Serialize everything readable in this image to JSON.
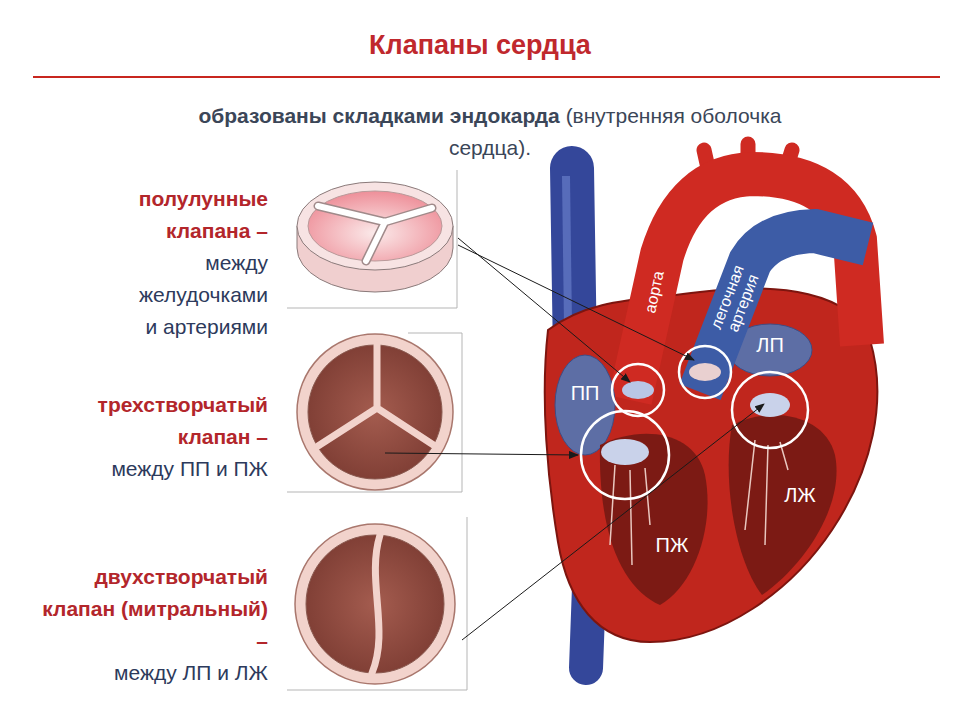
{
  "diagram": {
    "title": "Клапаны сердца",
    "nodes": [
      {
        "text": [
          "полулунные клапана –",
          "между желудочками и артериями"
        ]
      },
      {
        "text": [
          "трехстворчатый клапан –",
          "между ПП и ПЖ"
        ]
      },
      {
        "text": [
          "двухстворчатый клапан (митральный) –",
          "между ЛП и ЛЖ"
        ]
      }
    ],
    "labels": [
      "образованы складками эндокарда",
      "(внутренняя оболочка сердца).",
      "аорта",
      "легочная артерия",
      "ПП",
      "ЛП",
      "ЛЖ",
      "ПЖ"
    ]
  }
}
